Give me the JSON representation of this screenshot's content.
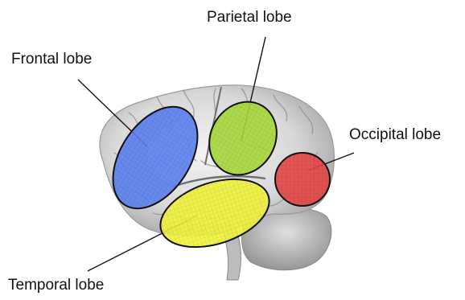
{
  "labels": {
    "frontal": "Frontal lobe",
    "parietal": "Parietal lobe",
    "occipital": "Occipital lobe",
    "temporal": "Temporal lobe"
  },
  "colors": {
    "frontal": "#5b7ff0",
    "parietal": "#a6d83a",
    "occipital": "#e64545",
    "temporal": "#f2f23a",
    "outline": "#111111",
    "brain_light": "#e6e6e6",
    "brain_dark": "#7a7a7a"
  },
  "image": {
    "subject": "brain-lateral-view"
  }
}
